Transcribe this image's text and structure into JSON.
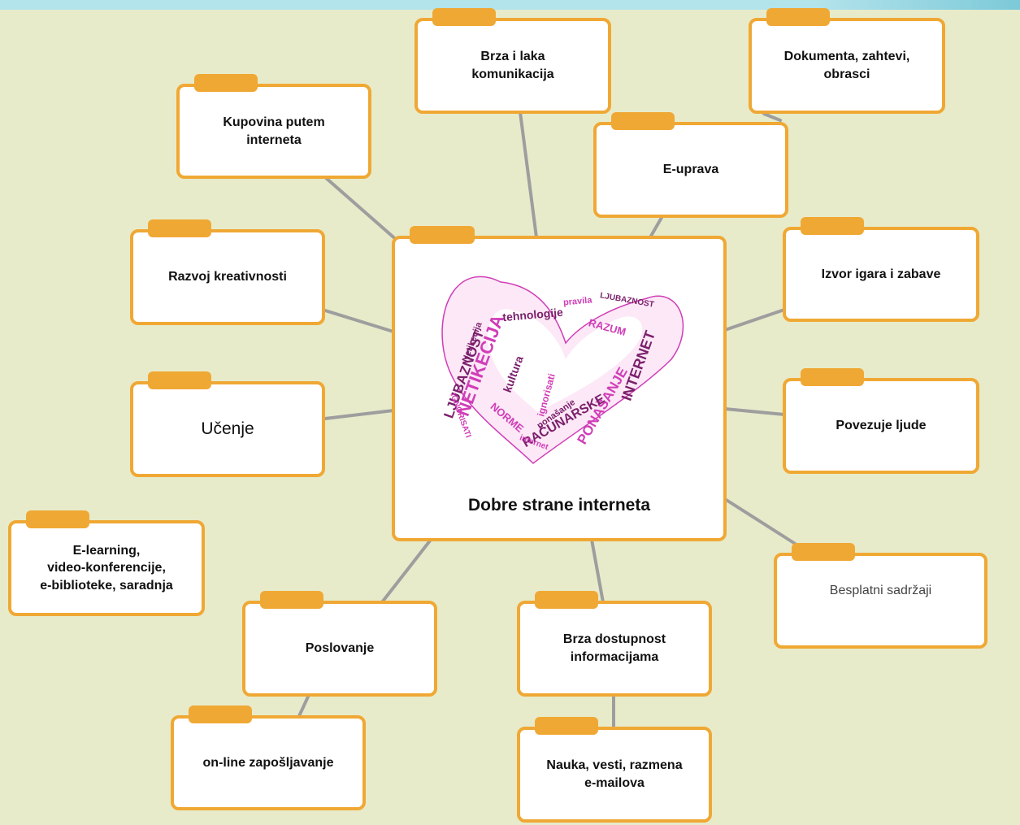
{
  "colors": {
    "background": "#e7ebca",
    "box_border": "#f0a834",
    "box_fill": "#ffffff",
    "connector": "#9e9e9e",
    "wordcloud_dark": "#7a1f6b",
    "wordcloud_light": "#d03db7"
  },
  "center": {
    "title": "Dobre strane interneta",
    "heart_words": [
      "LJUBAZNOST",
      "NETIKECIJA",
      "tehnologije",
      "RAZUM",
      "INTERNET",
      "PONAŠANJE",
      "RAČUNARSKE",
      "NORME",
      "kultura",
      "ignorisati",
      "ponašanje",
      "internet",
      "Netikecija",
      "pravila",
      "LJUBAZNOST",
      "IGNORISATI"
    ]
  },
  "nodes": {
    "kupovina": "Kupovina putem\ninterneta",
    "brza_laka": "Brza i laka\nkomunikacija",
    "dokumenta": "Dokumenta, zahtevi,\nobrasci",
    "e_uprava": "E-uprava",
    "razvoj": "Razvoj kreativnosti",
    "izvor": "Izvor igara i zabave",
    "ucenje": "Učenje",
    "povezuje": "Povezuje ljude",
    "elearning": "E-learning,\nvideo-konferencije,\ne-biblioteke, saradnja",
    "besplatni": "Besplatni sadržaji",
    "poslovanje": "Poslovanje",
    "brza_dostupnost": "Brza dostupnost\ninformacijama",
    "zaposljavanje": "on-line zapošljavanje",
    "nauka": "Nauka, vesti, razmena\ne-mailova"
  }
}
